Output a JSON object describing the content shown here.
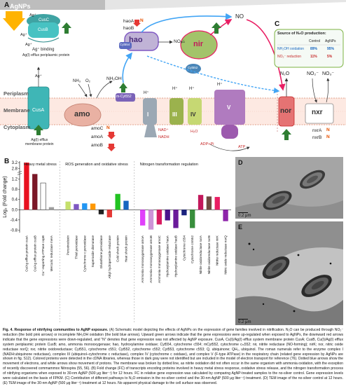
{
  "panel_a": {
    "letter": "A",
    "agnps_label": "AgNPs",
    "ag_ions": [
      "Ag⁺",
      "Ag⁺",
      "Ag⁺"
    ],
    "cusb_label": "CusB",
    "cusc_label": "CusC",
    "ag_binding_label": "Ag⁺ binding",
    "ag_binding_desc": "Ag(I) efflux periplasmic protein",
    "periplasm_label": "Periplasm",
    "membrane_label": "Membrane",
    "cytoplasm_label": "Cytoplasm",
    "cusa_label": "CusA",
    "cusa_desc": "Ag(I) efflux\nmembrane protein",
    "ag_ion_in": "Ag⁺",
    "nh3_label": "NH₃",
    "o2_label": "O₂",
    "nh2oh_label": "NH₂OH",
    "amo_label": "amo",
    "amo_genes": [
      "amoC",
      "amoA",
      "amoB"
    ],
    "gene_flag_n": "N",
    "hao_label": "hao",
    "hao_genes": [
      "haoA",
      "haoB"
    ],
    "cyt554_label": "Cyt554",
    "mcyt552_label": "m-Cyt552",
    "no_label": "NO",
    "no2_label": "NO₂⁻",
    "nir_label": "nir",
    "cyt552_label": "Cyt552",
    "h_plus": "H⁺",
    "complexes": [
      "I",
      "III",
      "IV",
      "V"
    ],
    "nad_label": "NAD⁺",
    "nadh_label": "NADH",
    "h2o_label": "H₂O",
    "adp_label": "ADP+Pi",
    "atp_label": "ATP",
    "n2o_label": "N₂O",
    "no2_2_label": "NO₂⁻",
    "no3_label": "NO₃⁻",
    "nor_label": "nor",
    "nxr_label": "nxr",
    "nxr_genes": [
      "nxrA",
      "nxrB"
    ],
    "box_c": {
      "letter": "C",
      "title": "Source of N₂O production:",
      "col_control": "Control",
      "col_agnps": "AgNPs",
      "rows": [
        {
          "label": "NH₂OH oxidation",
          "control": "89%",
          "agnps": "95%",
          "color": "#1565c0"
        },
        {
          "label": "NO₂⁻ reduction",
          "control": "11%",
          "agnps": "5%",
          "color": "#c62828"
        }
      ]
    }
  },
  "chart_data": {
    "type": "bar",
    "panel_letter": "B",
    "ylabel": "Log₂ (Fold change)",
    "yticks": [
      "3.2",
      "2.8",
      "1.2",
      "0.8",
      "0.4",
      "0.0",
      "-0.4",
      "-0.8"
    ],
    "y_axis_break": [
      1.4,
      2.6
    ],
    "ylim": [
      -0.9,
      3.3
    ],
    "groups": [
      {
        "label": "Heavy metal stress",
        "categories": [
          "Cu/Ag efflux protein cusA",
          "Cu/Ag efflux protein cusB",
          "Cu⁺-exporting ATPase copB",
          "Mercuric reductase merA"
        ],
        "values": [
          3.2,
          1.55,
          1.05,
          0.1
        ],
        "colors": [
          "#e8111f",
          "#7a1727",
          "#ffffff",
          "#9e9e9e"
        ]
      },
      {
        "label": "ROS generation and oxidative stress",
        "categories": [
          "Peroxiredoxin",
          "Thiol peroxidase",
          "Cytochrome c peroxidase",
          "Superoxide dismutase",
          "Glutathione peroxidase",
          "Alkyl hydroperoxide reductase",
          "Cold shock protein",
          "Heat shock protein"
        ],
        "values": [
          0.32,
          0.22,
          0.25,
          0.24,
          -0.18,
          -0.3,
          0.62,
          0.35
        ],
        "colors": [
          "#c5e06b",
          "#7e57c2",
          "#2196f3",
          "#ff9800",
          "#212121",
          "#e53935",
          "#22c322",
          "#1565c0"
        ]
      },
      {
        "label": "Nitrogen transformation regulation",
        "categories": [
          "Ammonia monooxygenase amoA",
          "Ammonia monooxygenase amoB",
          "Ammonia monooxygenase amoC",
          "Hydroxylamine oxidase haoA",
          "Hydroxylamine oxidase haoB",
          "Cytochrome c554",
          "Cytochrome cm552",
          "Nitrite oxidoreductase nxrA",
          "Nitrite oxidoreductase nxrB",
          "Nitrite reductase nirK",
          "Nitric oxide reductase norQ"
        ],
        "values": [
          -0.62,
          -0.78,
          -0.58,
          -0.42,
          -0.72,
          -0.22,
          -0.72,
          0.58,
          0.52,
          0.5,
          -0.45
        ],
        "colors": [
          "#e040fb",
          "#ce93d8",
          "#d81b60",
          "#4a148c",
          "#6a1b9a",
          "#1a237e",
          "#388e3c",
          "#c2185b",
          "#6d4c41",
          "#e91e63",
          "#8e24aa"
        ]
      }
    ]
  },
  "panel_d": {
    "letter": "D",
    "scale": "0.2 μm"
  },
  "panel_e": {
    "letter": "E",
    "scale": "0.2 μm"
  },
  "caption": {
    "bold": "Fig. 4.  Response of nitrifying communities to AgNP exposure. ",
    "text": "(A) Schematic model depicting the effects of AgNPs on the expression of gene families involved in nitrification. N₂O can be produced through NO₂⁻ reduction (the bold pink arrows) or incomplete NH₂OH oxidation (the bold blue arrows). Upward green arrows indicate that the gene expressions were up-regulated when exposed to AgNPs, the downward red arrows indicate that the gene expressions were down-regulated, and “N” denotes that gene expression was not affected by AgNP exposure. CusA, Cu(I)/Ag(I) efflux system membrane protein CusA; CusB, Cu(I)/Ag(I) efflux system periplasmic protein CusB; amo, ammonia monooxygenase; hao, hydroxylamine oxidase; Cyt554, cytochrome c554; mCyt552, cytochrome cₘ552; nir, nitrite reductase (NO-forming); nirK; nor, nitric oxide reductase norQ; nxr, nitrite oxidoreductase; Cyt551, cytochrome c551; Cyt552, cytochrome c552; Cyt553, cytochrome c553; Q, ubiquinone; QH₂, ubiquinol. The roman numerals refer to the enzyme complex I (NADH:ubiquinone reductase), complex III (ubiquinol–cytochrome c reductase), complex IV (cytochrome c oxidase), and complex V (F-type ATPase) in the respiratory chain (related gene expression by AgNPs are shown in fig. S12). Colored proteins were detected in the cDNA libraries, whereas those in dark gray were not identified but are included in the model of electron transport for reference (76). Dotted blue arrows show the movement of electrons, and white arrows show movement of protons. The membrane was broken by dotted line, as nitrite oxidation did not often occur in the same organism with ammonia oxidation, with the exception of recently discovered commammox Nitrospira (55, 56). (B) Fold change (FC) of transcripts encoding proteins involved in heavy metal stress response, oxidative stress release, and the nitrogen transformation process of nitrifying organisms when exposed to 30-nm AgNP (500 μg liter⁻¹) for 12 hours. FC in relative gene expression was calculated by comparing AgNP-treated samples to the no-silver control. Gene expression levels were calculated on the basis of FPKM. (C) Contribution of different pathways to N₂O emission in the no-silver control and the 30-nm AgNP (500 μg liter⁻¹) treatment. (D) TEM image of the no-silver control at 12 hours. (E) TEM image of the 30-nm AgNP (500 μg liter⁻¹) treatment at 12 hours. No apparent physical damage to the cell surface was observed."
  }
}
